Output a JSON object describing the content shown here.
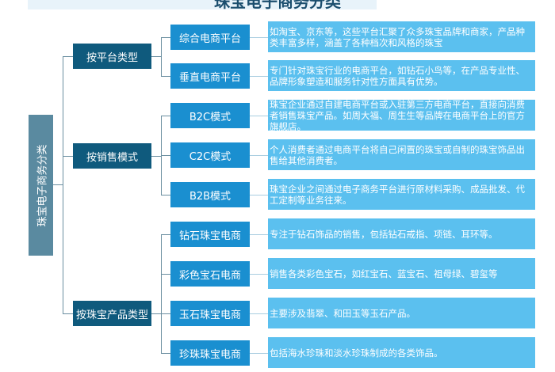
{
  "title": "珠宝电子商务分类",
  "root": "珠宝电子商务分类",
  "groups": [
    {
      "label": "按平台类型",
      "items": [
        {
          "label": "综合电商平台",
          "desc": "如淘宝、京东等，这些平台汇聚了众多珠宝品牌和商家，产品种类丰富多样，涵盖了各种档次和风格的珠宝"
        },
        {
          "label": "垂直电商平台",
          "desc": "专门针对珠宝行业的电商平台，如钻石小鸟等，在产品专业性、品牌形象塑造和服务针对性方面具有优势。"
        }
      ]
    },
    {
      "label": "按销售模式",
      "items": [
        {
          "label": "B2C模式",
          "desc": "珠宝企业通过自建电商平台或入驻第三方电商平台，直接向消费者销售珠宝产品。如周大福、周生生等品牌在电商平台上的官方旗舰店。"
        },
        {
          "label": "C2C模式",
          "desc": "个人消费者通过电商平台将自己闲置的珠宝或自制的珠宝饰品出售给其他消费者。"
        },
        {
          "label": "B2B模式",
          "desc": "珠宝企业之间通过电子商务平台进行原材料采购、成品批发、代工定制等业务往来。"
        }
      ]
    },
    {
      "label": "按珠宝产品类型",
      "items": [
        {
          "label": "钻石珠宝电商",
          "desc": "专注于钻石饰品的销售，包括钻石戒指、项链、耳环等。"
        },
        {
          "label": "彩色宝石电商",
          "desc": "销售各类彩色宝石，如红宝石、蓝宝石、祖母绿、碧玺等"
        },
        {
          "label": "玉石珠宝电商",
          "desc": "主要涉及翡翠、和田玉等玉石产品。"
        },
        {
          "label": "珍珠珠宝电商",
          "desc": "包括海水珍珠和淡水珍珠制成的各类饰品。"
        }
      ]
    }
  ]
}
